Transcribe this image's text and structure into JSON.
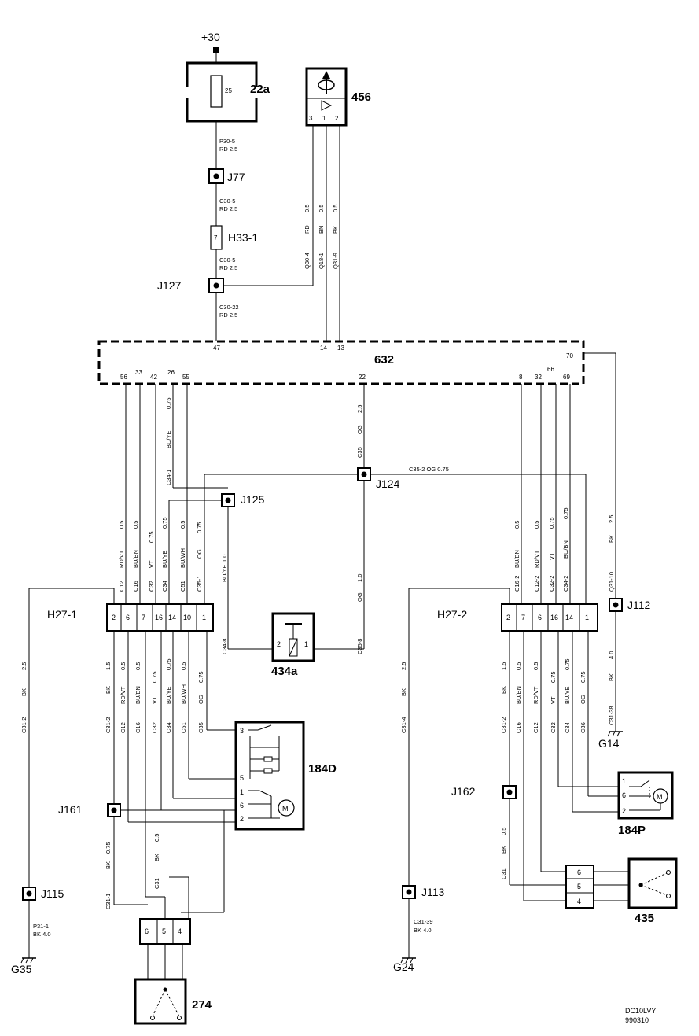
{
  "supply": {
    "label": "+30"
  },
  "components": {
    "fuse": {
      "id": "22a",
      "rating": "25"
    },
    "sensor": {
      "id": "456",
      "pins": [
        "3",
        "1",
        "2"
      ]
    },
    "connector_h33": {
      "id": "H33-1",
      "pin": "7"
    },
    "control_unit": {
      "id": "632",
      "pins_top": [
        "47",
        "14",
        "13"
      ],
      "pins_bottom": [
        "56",
        "33",
        "42",
        "26",
        "55",
        "22",
        "8",
        "32",
        "66",
        "69",
        "70"
      ]
    },
    "relay": {
      "id": "434a",
      "pins": [
        "2",
        "1"
      ]
    },
    "connector_left": {
      "id": "H27-1",
      "pins": [
        "2",
        "6",
        "7",
        "16",
        "14",
        "10",
        "1"
      ]
    },
    "connector_right": {
      "id": "H27-2",
      "pins": [
        "2",
        "7",
        "6",
        "16",
        "14",
        "1"
      ]
    },
    "mirror_left": {
      "id": "184D",
      "pins": [
        "3",
        "5",
        "1",
        "6",
        "2"
      ],
      "motor": "M"
    },
    "mirror_right": {
      "id": "184P",
      "pins": [
        "1",
        "6",
        "2"
      ],
      "motor": "M"
    },
    "switch_left": {
      "id": "274",
      "pins": [
        "6",
        "5",
        "4"
      ]
    },
    "switch_right": {
      "id": "435",
      "pins": [
        "6",
        "5",
        "4"
      ]
    }
  },
  "junctions": [
    "J77",
    "J127",
    "J124",
    "J125",
    "J112",
    "J161",
    "J162",
    "J115",
    "J113"
  ],
  "grounds": [
    "G35",
    "G24",
    "G14"
  ],
  "wires": {
    "p30_5": "P30-5",
    "p30_5_spec": "RD    2.5",
    "c30_5a": "C30-5",
    "c30_5a_spec": "RD    2.5",
    "c30_5b": "C30-5",
    "c30_5b_spec": "RD    2.5",
    "c30_22": "C30-22",
    "c30_22_spec": "RD    2.5",
    "sensor_wires": [
      {
        "spec": "0.5",
        "color": "RD",
        "code": "Q30-4"
      },
      {
        "spec": "0.5",
        "color": "BN",
        "code": "Q18-1"
      },
      {
        "spec": "0.5",
        "color": "BK",
        "code": "Q31-9"
      }
    ],
    "c34_1": {
      "spec": "0.75",
      "color": "BU/YE",
      "code": "C34-1"
    },
    "c35": {
      "spec": "2.5",
      "color": "OG",
      "code": "C35"
    },
    "c35_2": "C35-2      OG    0.75",
    "relay_left": {
      "spec": "1.0",
      "color": "BU/YE",
      "code": "C34-8"
    },
    "relay_right": {
      "spec": "1.0",
      "color": "OG",
      "code": "C35-8"
    },
    "upper_left": [
      {
        "spec": "0.5",
        "color": "RD/VT",
        "code": "C12"
      },
      {
        "spec": "0.5",
        "color": "BU/BN",
        "code": "C16"
      },
      {
        "spec": "0.75",
        "color": "VT",
        "code": "C32"
      },
      {
        "spec": "0.75",
        "color": "BU/YE",
        "code": "C34"
      },
      {
        "spec": "0.5",
        "color": "BU/WH",
        "code": "C51"
      },
      {
        "spec": "0.75",
        "color": "OG",
        "code": "C35-1"
      }
    ],
    "lower_left": [
      {
        "spec": "1.5",
        "color": "BK",
        "code": "C31-2"
      },
      {
        "spec": "0.5",
        "color": "RD/VT",
        "code": "C12"
      },
      {
        "spec": "0.5",
        "color": "BU/BN",
        "code": "C16"
      },
      {
        "spec": "0.75",
        "color": "VT",
        "code": "C32"
      },
      {
        "spec": "0.75",
        "color": "BU/YE",
        "code": "C34"
      },
      {
        "spec": "0.5",
        "color": "BU/WH",
        "code": "C51"
      },
      {
        "spec": "0.75",
        "color": "OG",
        "code": "C35"
      }
    ],
    "upper_right": [
      {
        "spec": "0.5",
        "color": "BU/BN",
        "code": "C16-2"
      },
      {
        "spec": "0.5",
        "color": "RD/VT",
        "code": "C12-2"
      },
      {
        "spec": "0.75",
        "color": "VT",
        "code": "C32-2"
      },
      {
        "spec": "0.75",
        "color": "BU/BN",
        "code": "C34-2"
      }
    ],
    "lower_right": [
      {
        "spec": "1.5",
        "color": "BK",
        "code": "C31-2"
      },
      {
        "spec": "0.5",
        "color": "BU/BN",
        "code": "C16"
      },
      {
        "spec": "0.5",
        "color": "RD/VT",
        "code": "C12"
      },
      {
        "spec": "0.75",
        "color": "VT",
        "code": "C32"
      },
      {
        "spec": "0.75",
        "color": "BU/YE",
        "code": "C34"
      },
      {
        "spec": "0.75",
        "color": "OG",
        "code": "C36"
      }
    ],
    "left_ground": {
      "spec": "2.5",
      "color": "BK",
      "code": "C31-2"
    },
    "right_ground": {
      "spec": "2.5",
      "color": "BK",
      "code": "C31-4"
    },
    "q31_10": {
      "spec": "2.5",
      "color": "BK",
      "code": "Q31-10"
    },
    "c31_38": {
      "spec": "4.0",
      "color": "BK",
      "code": "C31-38"
    },
    "j161_down": {
      "spec": "0.75",
      "color": "BK",
      "code": "C31-1"
    },
    "c31_left": {
      "spec": "0.5",
      "color": "BK",
      "code": "C31"
    },
    "j162_down": {
      "spec": "0.5",
      "color": "BK",
      "code": "C31"
    },
    "p31_1": "P31-1",
    "p31_1_spec": "BK      4.0",
    "c31_39": "C31-39",
    "c31_39_spec": "BK      4.0"
  },
  "footer": {
    "doc_code": "DC10LVY",
    "date_code": "990310"
  }
}
